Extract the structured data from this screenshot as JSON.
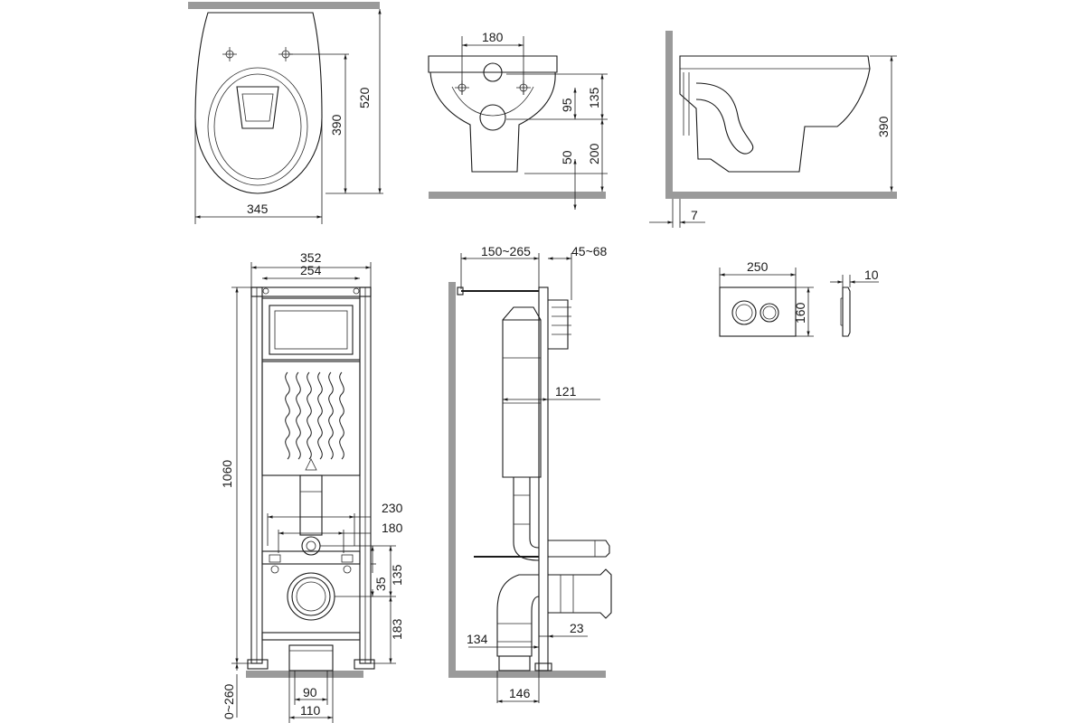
{
  "dims": {
    "bowl_top": {
      "w345": "345",
      "h520": "520",
      "h390": "390"
    },
    "bowl_front": {
      "w180": "180",
      "h135": "135",
      "h95": "95",
      "h200": "200",
      "h50": "50"
    },
    "bowl_side": {
      "h390": "390",
      "d7": "7"
    },
    "frame_front": {
      "w352": "352",
      "w254": "254",
      "h1060": "1060",
      "w230": "230",
      "w180": "180",
      "h135": "135",
      "h35": "35",
      "h183": "183",
      "h0_260": "0~260",
      "w90": "90",
      "w110": "110"
    },
    "frame_side": {
      "w150_265": "150~265",
      "w45_68": "45~68",
      "d121": "121",
      "d134": "134",
      "d23": "23",
      "w146": "146"
    },
    "plate": {
      "w250": "250",
      "h160": "160",
      "d10": "10"
    }
  }
}
